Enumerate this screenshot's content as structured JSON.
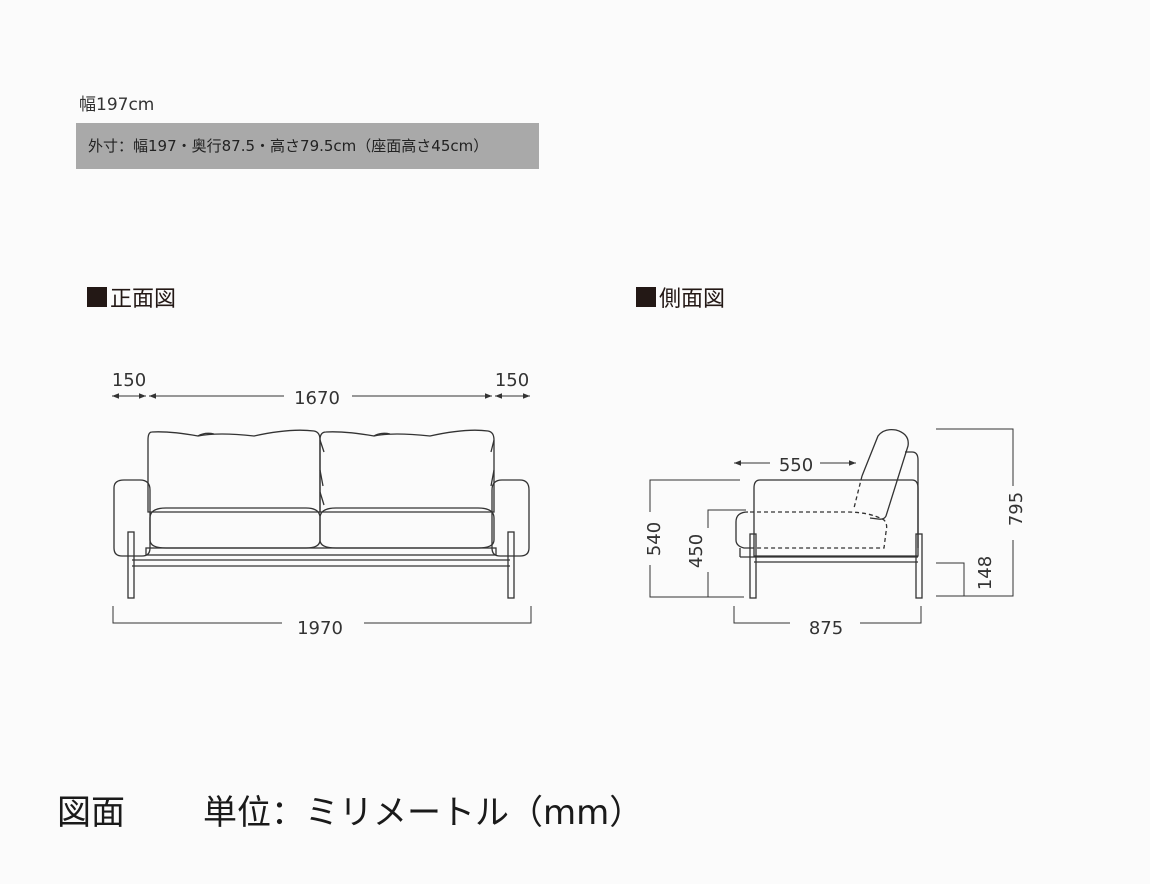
{
  "header": {
    "width_label": "幅197cm",
    "spec_text": "外寸：幅197・奥行87.5・高さ79.5cm（座面高さ45cm）"
  },
  "front_view": {
    "title": "正面図",
    "dims": {
      "left_arm": "150",
      "seat": "1670",
      "right_arm": "150",
      "total_width": "1970"
    }
  },
  "side_view": {
    "title": "側面図",
    "dims": {
      "seat_depth": "550",
      "arm_height": "540",
      "seat_height": "450",
      "total_height": "795",
      "leg_height": "148",
      "total_depth": "875"
    }
  },
  "footer": {
    "label": "図面",
    "unit": "単位：ミリメートル（mm）"
  }
}
